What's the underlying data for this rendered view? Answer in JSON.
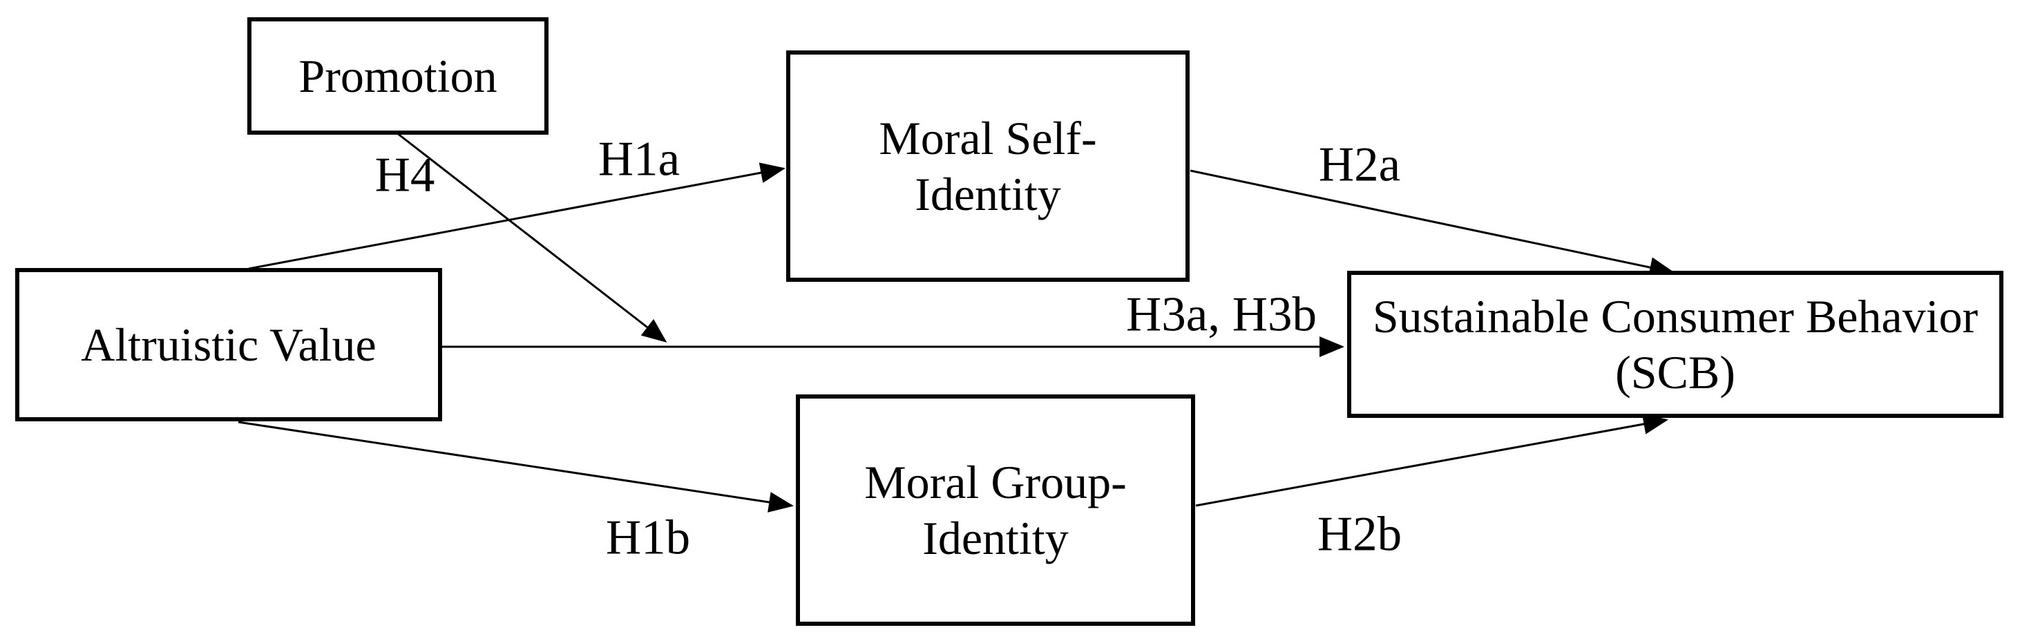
{
  "diagram": {
    "background_color": "#ffffff",
    "box_border_color": "#000000",
    "text_color": "#000000",
    "arrow_color": "#000000",
    "nodes": {
      "promotion": {
        "line1": "Promotion",
        "line2": ""
      },
      "altruistic_value": {
        "line1": "Altruistic Value",
        "line2": ""
      },
      "moral_self_identity": {
        "line1": "Moral Self-",
        "line2": "Identity"
      },
      "moral_group_identity": {
        "line1": "Moral Group-",
        "line2": "Identity"
      },
      "scb": {
        "line1": "Sustainable Consumer Behavior",
        "line2": "(SCB)"
      }
    },
    "labels": {
      "h1a": "H1a",
      "h1b": "H1b",
      "h2a": "H2a",
      "h2b": "H2b",
      "h3": "H3a, H3b",
      "h4": "H4"
    }
  }
}
